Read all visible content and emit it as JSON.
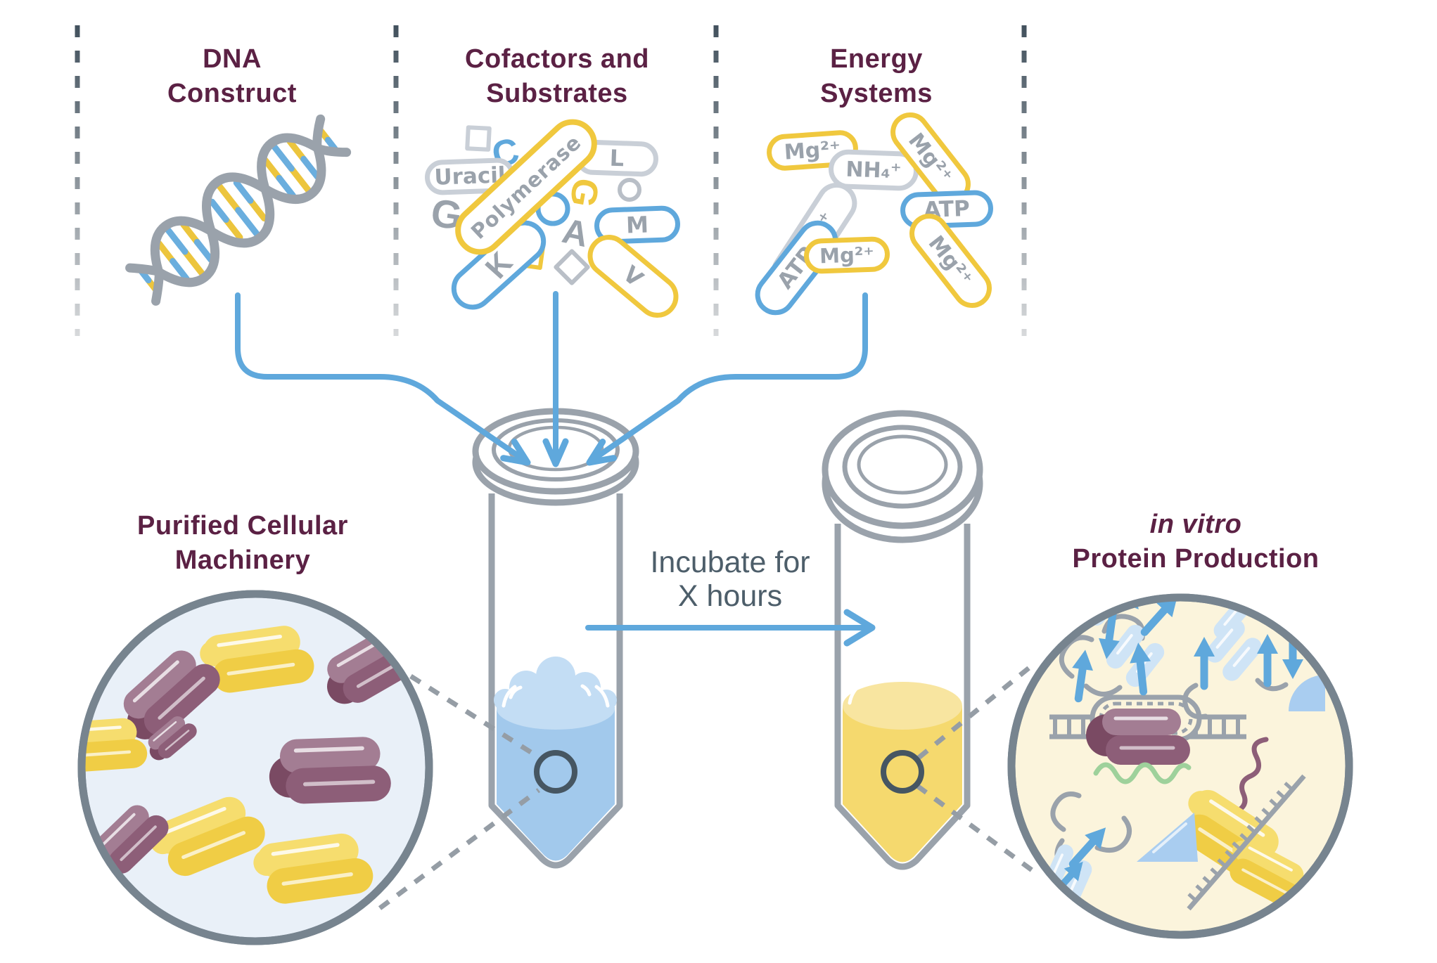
{
  "page": {
    "background": "#ffffff"
  },
  "sections": {
    "dna_construct": {
      "title_line1": "DNA",
      "title_line2": "Construct"
    },
    "cofactors": {
      "title_line1": "Cofactors and",
      "title_line2": "Substrates",
      "pills": {
        "uracil": "Uracil",
        "polymerase": "Polymerase",
        "l": "L",
        "m": "M",
        "v": "V"
      },
      "letters": {
        "c": "C",
        "g_gray": "G",
        "g_yellow": "G",
        "a": "A",
        "k": "K"
      }
    },
    "energy": {
      "title_line1": "Energy",
      "title_line2": "Systems",
      "pills": {
        "mg_top": "Mg²⁺",
        "nh4_top": "NH₄⁺",
        "mg_right": "Mg²⁺",
        "nh4_diag": "NH₄⁺",
        "atp_right": "ATP",
        "atp_left": "ATP",
        "mg_bottom": "Mg²⁺",
        "mg_bottom_right": "Mg²⁺"
      }
    },
    "machinery": {
      "title_line1": "Purified Cellular",
      "title_line2": "Machinery"
    },
    "production": {
      "title_line1": "in vitro",
      "title_line2": "Protein Production"
    }
  },
  "process": {
    "incubate_line1": "Incubate for",
    "incubate_line2": "X hours"
  },
  "icons": {
    "dna_helix": "dna-helix-icon",
    "tube_blue": "microcentrifuge-tube-blue-icon",
    "tube_yellow": "microcentrifuge-tube-yellow-icon",
    "machinery_circle": "protein-blobs-circle-icon",
    "production_circle": "protein-folding-circle-icon",
    "zoom_indicator": "zoom-indicator-circle-icon",
    "flow_arrows": "blue-flow-arrow-icon"
  },
  "colors": {
    "accent_blue": "#5fa8dc",
    "accent_yellow": "#f0c83e",
    "outline_gray": "#9aa2ab",
    "light_gray": "#c9cfd7",
    "title_maroon": "#5b2144",
    "slate_text": "#4d5e6a",
    "slate_dark": "#465662",
    "liquid_blue": "#a2c9ec",
    "liquid_blue_light": "#c3ddf4",
    "liquid_yellow": "#f5d96e",
    "liquid_yellow_light": "#f8e5a0",
    "machinery_circle_bg": "#e9f0f8",
    "production_circle_bg": "#fbf4dc",
    "circle_border": "#77848f",
    "purple_protein": "#8d5e78",
    "yellow_protein": "#f2d049",
    "green_peptide": "#9ed19b"
  }
}
